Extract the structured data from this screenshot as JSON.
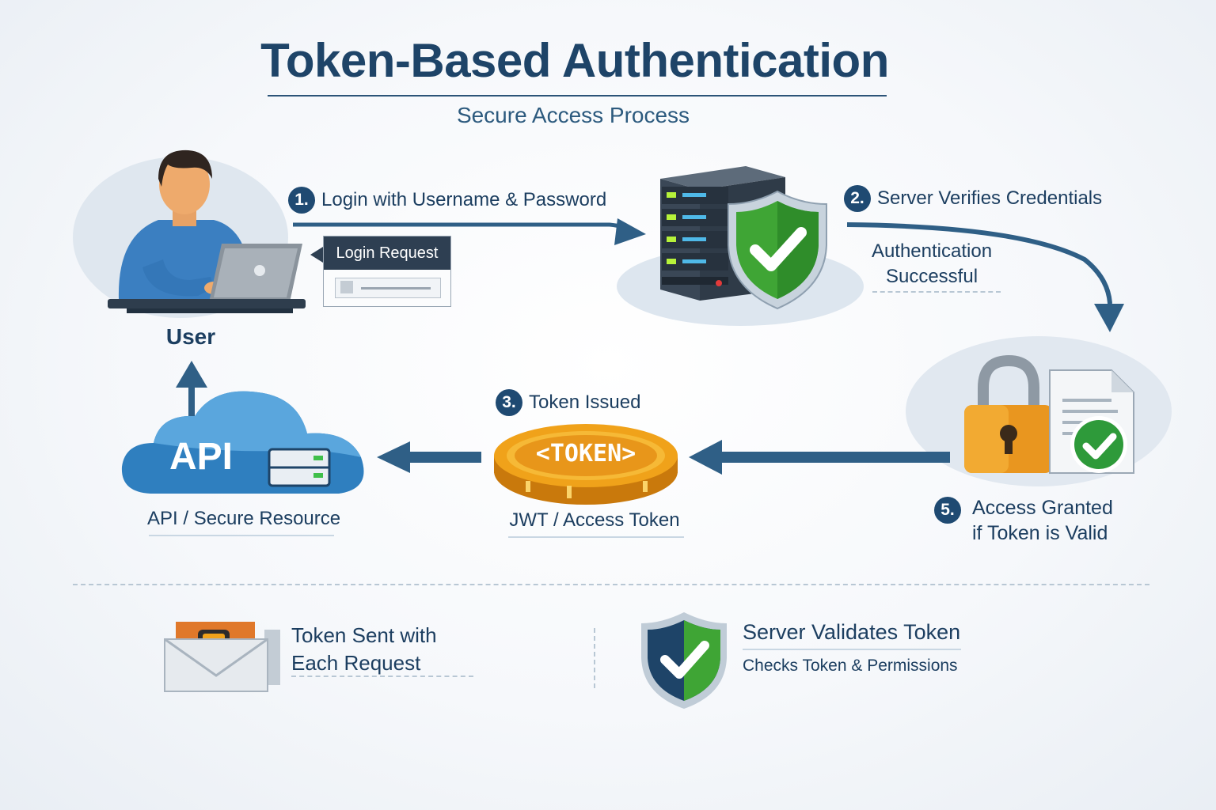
{
  "header": {
    "title": "Token-Based Authentication",
    "subtitle": "Secure Access Process"
  },
  "user": {
    "label": "User"
  },
  "login_card": {
    "title": "Login Request"
  },
  "steps": [
    {
      "number": "1.",
      "label": "Login with Username & Password"
    },
    {
      "number": "2.",
      "label": "Server Verifies Credentials"
    },
    {
      "number": "3.",
      "label": "Token Issued"
    },
    {
      "number": "5.",
      "label_line1": "Access Granted",
      "label_line2": "if Token is Valid"
    }
  ],
  "auth_note": {
    "line1": "Authentication",
    "line2": "Successful"
  },
  "token": {
    "text": "<TOKEN>",
    "caption": "JWT / Access Token"
  },
  "api": {
    "text": "API",
    "caption": "API / Secure Resource"
  },
  "footer": {
    "left": {
      "line1": "Token Sent with",
      "line2": "Each Request"
    },
    "right": {
      "title": "Server Validates Token",
      "subtitle": "Checks Token & Permissions"
    }
  },
  "colors": {
    "navy": "#1e4468",
    "arrow": "#2f5f86",
    "shield_green": "#3fa535",
    "token_gold": "#f0a21a",
    "lock_orange": "#e9961f",
    "cloud_blue": "#2f7fbf"
  },
  "icons": [
    "user-icon",
    "laptop-icon",
    "server-icon",
    "shield-check-icon",
    "padlock-icon",
    "document-icon",
    "check-badge-icon",
    "token-coin-icon",
    "cloud-icon",
    "envelope-icon"
  ]
}
